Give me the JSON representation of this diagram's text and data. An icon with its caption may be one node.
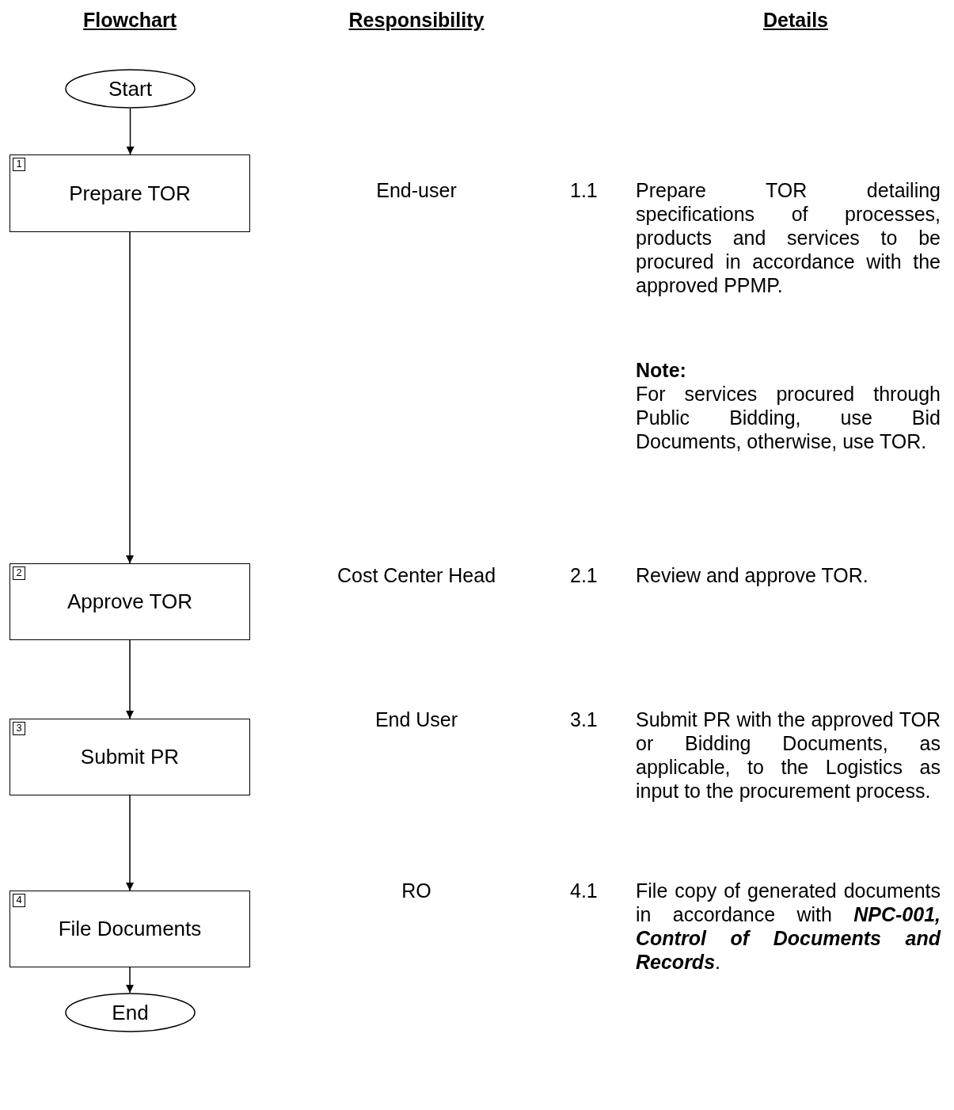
{
  "diagram": {
    "nodes": [
      {
        "text": [
          "Start"
        ]
      },
      {
        "text": [
          "1",
          "Prepare TOR"
        ]
      },
      {
        "text": [
          "2",
          "Approve TOR"
        ]
      },
      {
        "text": [
          "3",
          "Submit PR"
        ]
      },
      {
        "text": [
          "4",
          "File Documents"
        ]
      },
      {
        "text": [
          "End"
        ]
      }
    ],
    "edges": [
      {
        "from": 0,
        "to": 1,
        "arrow": "to"
      },
      {
        "from": 1,
        "to": 2,
        "arrow": "to"
      },
      {
        "from": 2,
        "to": 3,
        "arrow": "to"
      },
      {
        "from": 3,
        "to": 4,
        "arrow": "to"
      },
      {
        "from": 4,
        "to": 5,
        "arrow": "to"
      }
    ],
    "labels": [
      "Flowchart",
      "Responsibility",
      "Details",
      "End-user",
      "1.1",
      "Prepare TOR detailing specifications of processes, products and services to be procured in accordance with the approved PPMP.",
      "Note:",
      "For services procured through Public Bidding, use Bid Documents, otherwise, use TOR.",
      "Cost Center Head",
      "2.1",
      "Review and approve TOR.",
      "End User",
      "3.1",
      "Submit PR with the approved TOR or Bidding Documents, as applicable, to the Logistics as input to the procurement process.",
      "RO",
      "4.1",
      "File copy of generated documents in accordance with **NPC-001, Control of Documents and Records**."
    ]
  }
}
